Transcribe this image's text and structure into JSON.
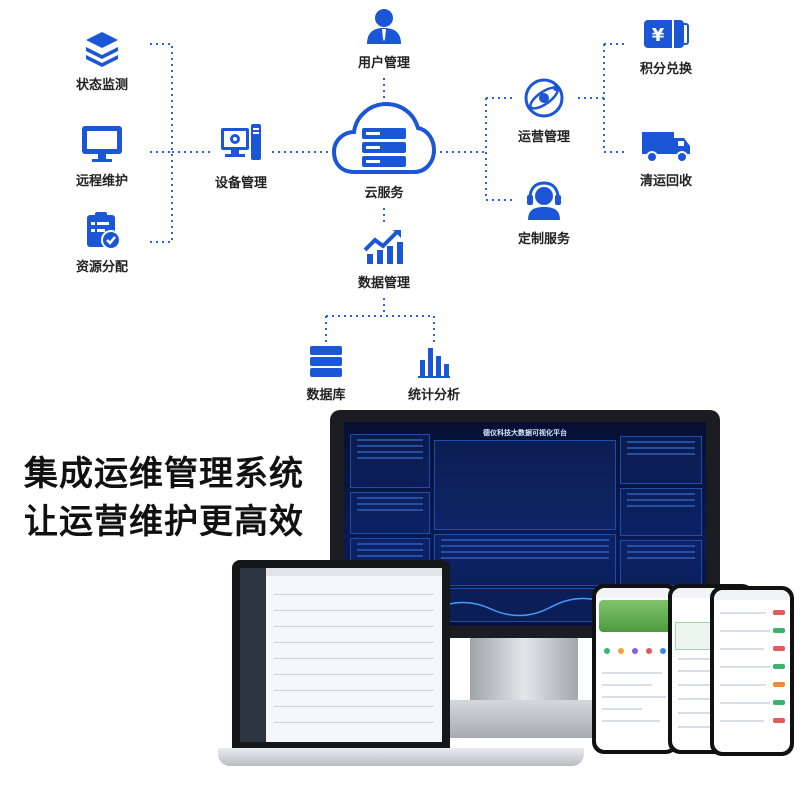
{
  "diagram": {
    "nodes": {
      "status_monitor": "状态监测",
      "remote_maintenance": "远程维护",
      "resource_allocation": "资源分配",
      "device_management": "设备管理",
      "user_management": "用户管理",
      "cloud_service": "云服务",
      "data_management": "数据管理",
      "operations_management": "运营管理",
      "custom_service": "定制服务",
      "points_exchange": "积分兑换",
      "clearance_recycle": "清运回收",
      "database": "数据库",
      "statistical_analysis": "统计分析"
    },
    "colors": {
      "icon": "#1a56d6",
      "dots": "#2a64e0",
      "text": "#222222"
    }
  },
  "headline": {
    "line1": "集成运维管理系统",
    "line2": "让运营维护更高效"
  },
  "devices": {
    "dashboard_title": "德仪科技大数据可视化平台"
  }
}
